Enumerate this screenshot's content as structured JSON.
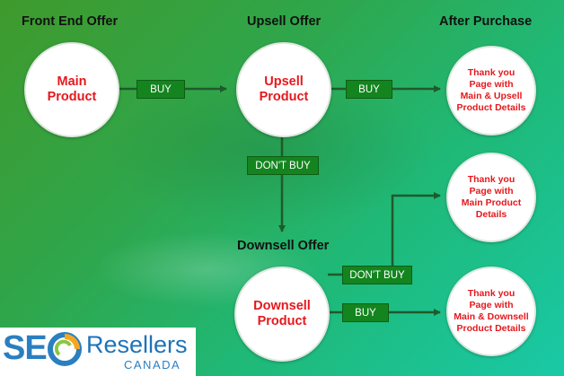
{
  "titles": {
    "front_end": "Front End Offer",
    "upsell": "Upsell Offer",
    "after_purchase": "After Purchase",
    "downsell": "Downsell Offer"
  },
  "nodes": {
    "main_product": "Main\nProduct",
    "upsell_product": "Upsell\nProduct",
    "downsell_product": "Downsell\nProduct",
    "thankyou_main_upsell": "Thank you\nPage with\nMain & Upsell\nProduct Details",
    "thankyou_main": "Thank you\nPage with\nMain Product\nDetails",
    "thankyou_main_downsell": "Thank you\nPage with\nMain & Downsell\nProduct Details"
  },
  "edges": {
    "buy_1": "BUY",
    "buy_2": "BUY",
    "dont_buy_1": "DON'T BUY",
    "dont_buy_2": "DON'T BUY",
    "buy_3": "BUY"
  },
  "colors": {
    "node_text": "#e5181d",
    "edge_fill": "#14841f",
    "arrow": "#1f5a2b"
  },
  "logo": {
    "brand_seo": "SEO",
    "brand_resellers": "Resellers",
    "brand_country": "CANADA"
  }
}
